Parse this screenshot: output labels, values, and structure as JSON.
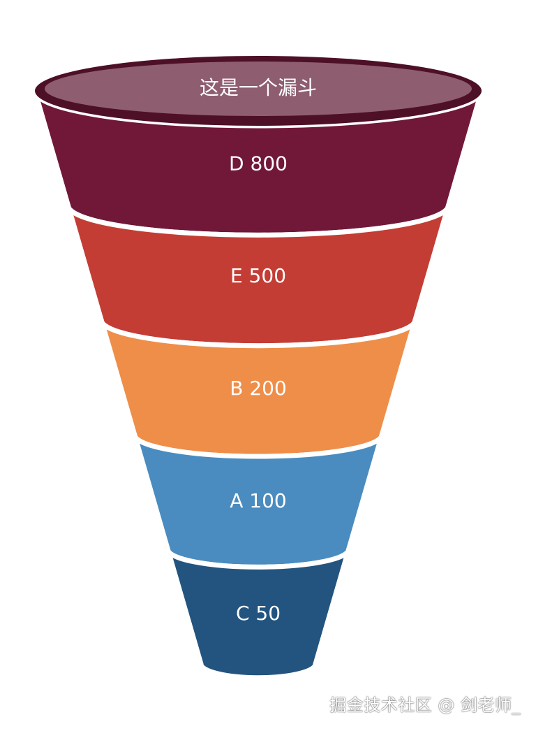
{
  "chart_data": {
    "type": "funnel",
    "title": "这是一个漏斗",
    "categories": [
      "D",
      "E",
      "B",
      "A",
      "C"
    ],
    "values": [
      800,
      500,
      200,
      100,
      50
    ],
    "labels": [
      "D 800",
      "E 500",
      "B 200",
      "A 100",
      "C 50"
    ],
    "colors": [
      "#711839",
      "#C33D35",
      "#EF8E49",
      "#4A8CBF",
      "#22547F"
    ],
    "rim_color": "#8E5D70",
    "rim_border_color": "#4E1027",
    "separator_color": "#ffffff",
    "legend": "none"
  },
  "watermark": "掘金技术社区 @ 剑老师_"
}
